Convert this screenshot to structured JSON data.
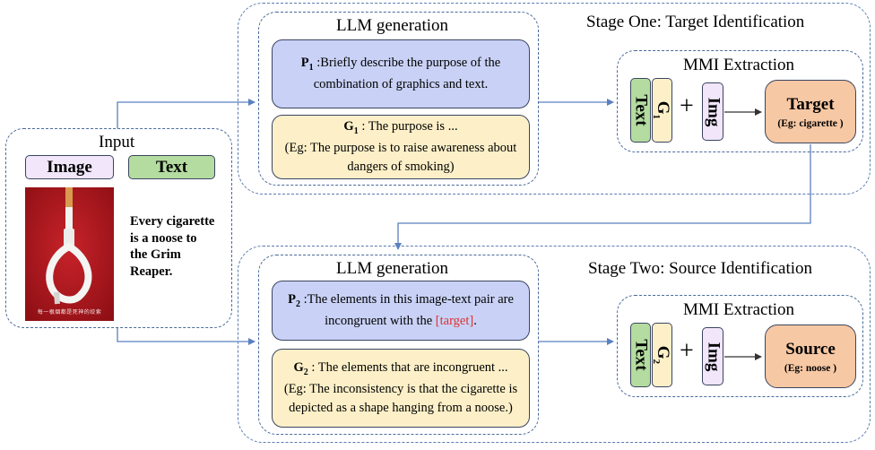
{
  "input": {
    "title": "Input",
    "image_tag": "Image",
    "text_tag": "Text",
    "sample_text": "Every cigarette is a noose to the Grim Reaper.",
    "poster_caption": "每一根烟都是死神的绞索"
  },
  "stage_one": {
    "title": "Stage One: Target Identification",
    "llm_title": "LLM generation",
    "prompt_label": "P",
    "prompt_sub": "1",
    "prompt_text": " :Briefly describe the purpose of the combination of graphics and text.",
    "gen_label": "G",
    "gen_sub": "1",
    "gen_text": " : The purpose is ...",
    "gen_example": "(Eg: The purpose is to raise awareness about dangers of smoking)",
    "mmi_title": "MMI Extraction",
    "box_text": "Text",
    "box_g_label": "G",
    "box_g_sub": "1",
    "plus": "+",
    "box_img": "Img",
    "result_title": "Target",
    "result_example": "(Eg: cigarette )"
  },
  "stage_two": {
    "title": "Stage Two: Source Identification",
    "llm_title": "LLM generation",
    "prompt_label": "P",
    "prompt_sub": "2",
    "prompt_text": " :The elements in this image-text pair are incongruent with the ",
    "prompt_highlight": "[target]",
    "prompt_end": ".",
    "gen_label": "G",
    "gen_sub": "2",
    "gen_text": " : The elements that are incongruent ...",
    "gen_example": "(Eg: The inconsistency is that the cigarette is depicted as a shape hanging from a noose.)",
    "mmi_title": "MMI Extraction",
    "box_text": "Text",
    "box_g_label": "G",
    "box_g_sub": "2",
    "plus": "+",
    "box_img": "Img",
    "result_title": "Source",
    "result_example": "(Eg: noose )"
  },
  "colors": {
    "prompt_fill": "#c9d2f6",
    "gen_fill": "#fdf0c8",
    "text_box_fill": "#b4dca0",
    "g_box_fill": "#fdf0c8",
    "img_box_fill": "#f1e6fa",
    "result_fill": "#f7c8a4",
    "arrow": "#5b80c0",
    "highlight": "#e03030",
    "poster_bg": "#b5171d"
  }
}
